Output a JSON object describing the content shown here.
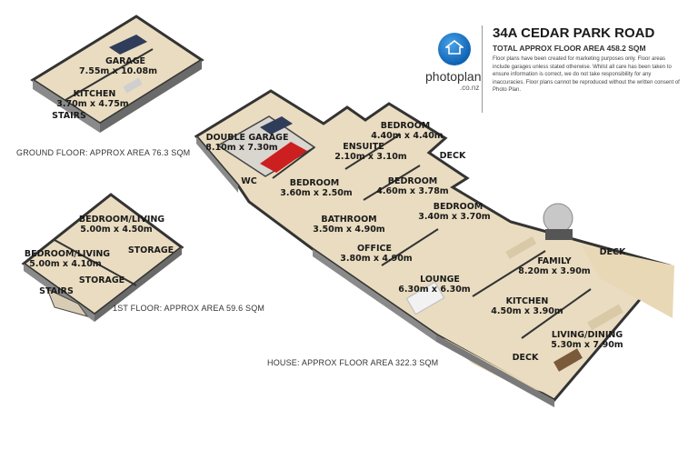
{
  "header": {
    "title": "34A CEDAR PARK ROAD",
    "subtitle": "TOTAL APPROX FLOOR AREA 458.2 SQM",
    "disclaimer": "Floor plans have been created for marketing purposes only. Floor areas include garages unless stated otherwise. Whilst all care has been taken to ensure information is correct, we do not take responsibility for any inaccuracies. Floor plans cannot be reproduced without the written consent of Photo Plan.",
    "logo_text": "photoplan",
    "logo_sub": ".co.nz",
    "logo_icon": "house-globe-icon"
  },
  "floors": {
    "ground": {
      "area": "GROUND FLOOR: APPROX AREA 76.3 SQM",
      "garage_name": "GARAGE",
      "garage_dim": "7.55m x 10.08m",
      "kitchen_name": "KITCHEN",
      "kitchen_dim": "3.70m x 4.75m",
      "stairs": "STAIRS"
    },
    "first": {
      "area": "1ST FLOOR: APPROX AREA 59.6 SQM",
      "bed1_name": "BEDROOM/LIVING",
      "bed1_dim": "5.00m x 4.50m",
      "bed2_name": "BEDROOM/LIVING",
      "bed2_dim": "5.00m x 4.10m",
      "storage1": "STORAGE",
      "storage2": "STORAGE",
      "stairs": "STAIRS"
    },
    "house": {
      "area": "HOUSE: APPROX FLOOR AREA 322.3 SQM",
      "double_garage_name": "DOUBLE GARAGE",
      "double_garage_dim": "8.10m x 7.30m",
      "wc": "WC",
      "bedroom_small_name": "BEDROOM",
      "bedroom_small_dim": "3.60m x 2.50m",
      "ensuite_name": "ENSUITE",
      "ensuite_dim": "2.10m x 3.10m",
      "bedroom_top_name": "BEDROOM",
      "bedroom_top_dim": "4.40m x 4.40m",
      "bedroom_mid_name": "BEDROOM",
      "bedroom_mid_dim": "4.60m x 3.78m",
      "bedroom_right_name": "BEDROOM",
      "bedroom_right_dim": "3.40m x 3.70m",
      "bathroom_name": "BATHROOM",
      "bathroom_dim": "3.50m x 4.90m",
      "office_name": "OFFICE",
      "office_dim": "3.80m x 4.90m",
      "lounge_name": "LOUNGE",
      "lounge_dim": "6.30m x 6.30m",
      "family_name": "FAMILY",
      "family_dim": "8.20m x 3.90m",
      "kitchen_name": "KITCHEN",
      "kitchen_dim": "4.50m x 3.90m",
      "living_name": "LIVING/DINING",
      "living_dim": "5.30m x 7.90m",
      "deck1": "DECK",
      "deck2": "DECK",
      "deck3": "DECK"
    }
  },
  "colors": {
    "floor": "#e8dcc0",
    "wall": "#3a3a3a",
    "deck": "#e6d7b8",
    "logo_blue": "#0e62b4",
    "car": "#cc1f1f"
  }
}
